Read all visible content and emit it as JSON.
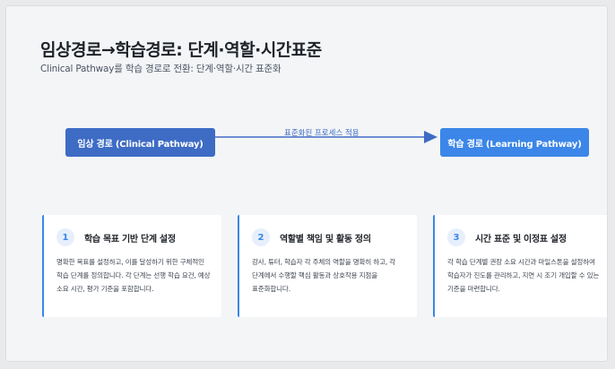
{
  "header": {
    "title": "임상경로→학습경로: 단계·역할·시간표준",
    "subtitle": "Clinical Pathway를 학습 경로로 전환: 단계·역할·시간 표준화"
  },
  "flow": {
    "source_node": "임상 경로 (Clinical Pathway)",
    "target_node": "학습 경로 (Learning Pathway)",
    "edge_label": "표준화된 프로세스 적용"
  },
  "cards": [
    {
      "number": "1",
      "title": "학습 목표 기반 단계 설정",
      "body": "명확한 목표를 설정하고, 이를 달성하기 위한 구체적인 학습 단계를 정의합니다. 각 단계는 선행 학습 요건, 예상 소요 시간, 평가 기준을 포함합니다."
    },
    {
      "number": "2",
      "title": "역할별 책임 및 활동 정의",
      "body": "강사, 튜터, 학습자 각 주체의 역할을 명확히 하고, 각 단계에서 수행할 핵심 활동과 상호작용 지점을 표준화합니다."
    },
    {
      "number": "3",
      "title": "시간 표준 및 이정표 설정",
      "body": "각 학습 단계별 권장 소요 시간과 마일스톤을 설정하여 학습자가 진도를 관리하고, 지연 시 조기 개입할 수 있는 기준을 마련합니다."
    }
  ],
  "colors": {
    "source_node": "#3e6cc5",
    "target_node": "#3b86e8",
    "card_accent": "#3b86e8"
  }
}
